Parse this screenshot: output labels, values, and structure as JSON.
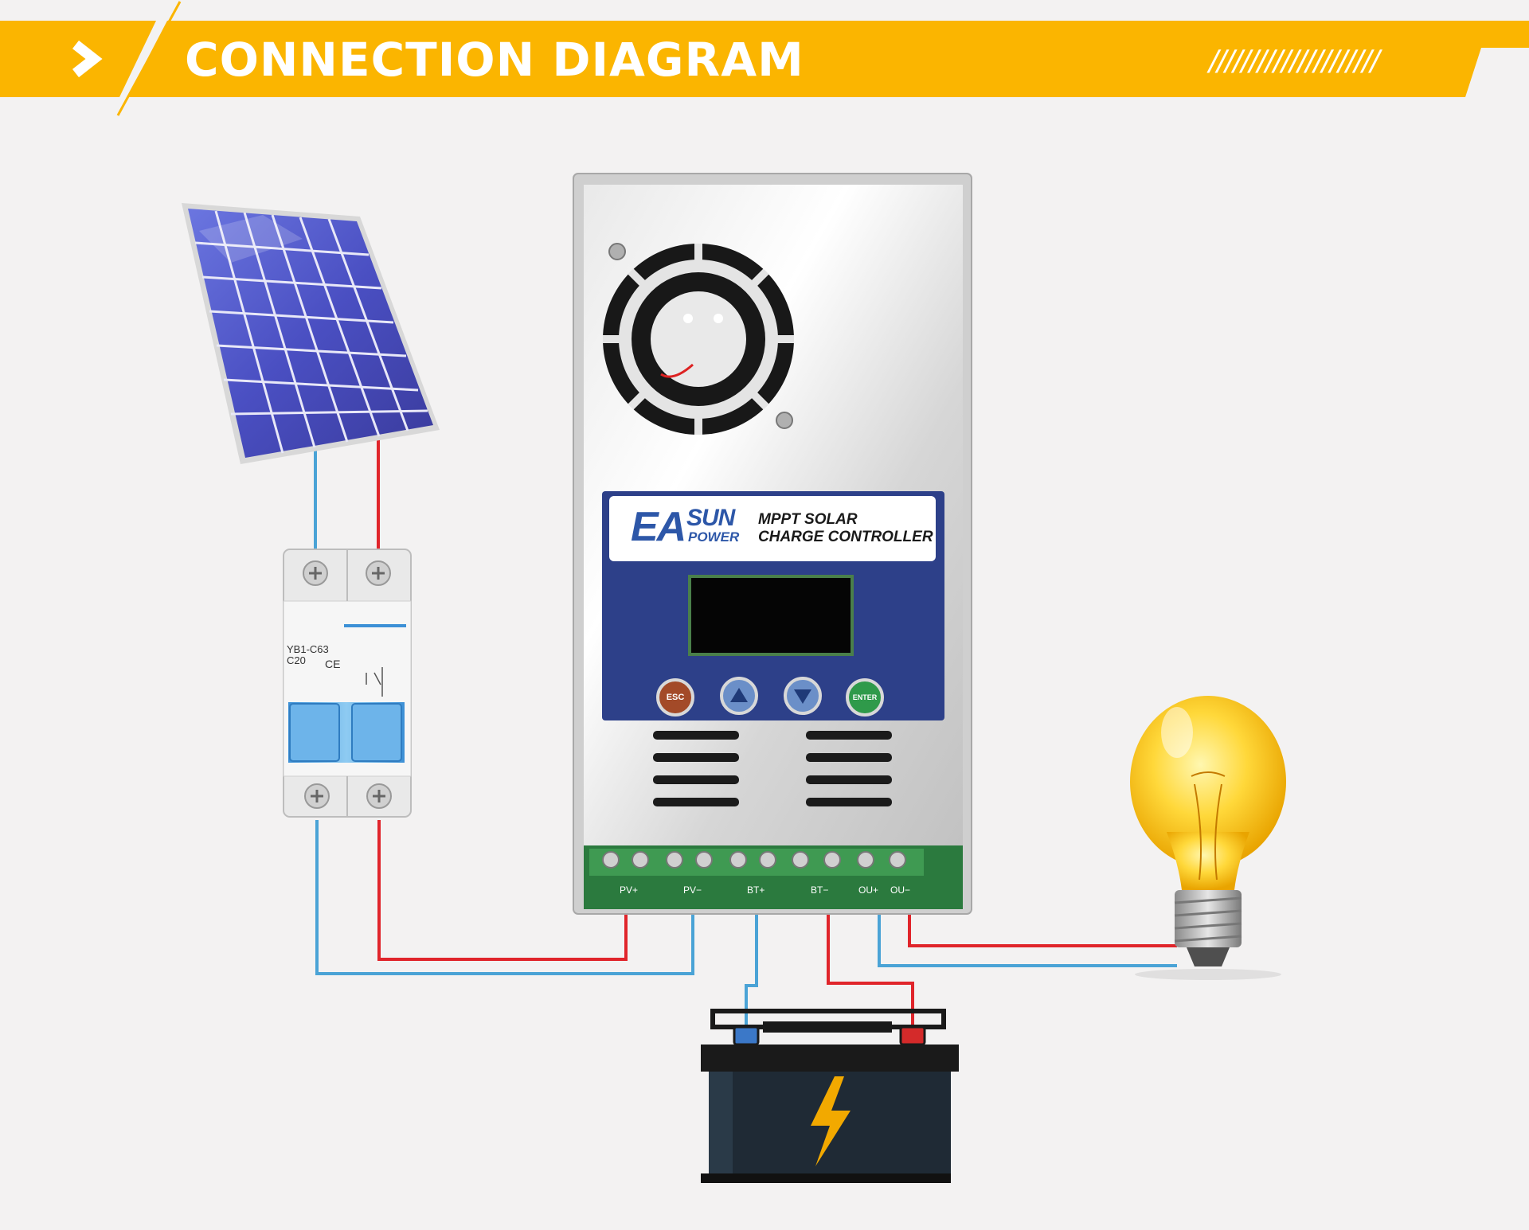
{
  "header": {
    "title": "CONNECTION DIAGRAM",
    "stripes": "/////////////////////",
    "bar_color": "#fbb500"
  },
  "controller": {
    "brand_ea": "EA",
    "brand_sun": "SUN",
    "brand_power": "POWER",
    "product_line1": "MPPT SOLAR",
    "product_line2": "CHARGE CONTROLLER",
    "buttons": {
      "esc": "ESC",
      "enter": "ENTER"
    },
    "terminals": [
      "PV+",
      "PV−",
      "BT+",
      "BT−",
      "OU+",
      "OU−"
    ]
  },
  "breaker": {
    "model": "YB1-C63",
    "rating": "C20",
    "ce_mark": "CE"
  },
  "wire_colors": {
    "positive": "#e0252b",
    "negative": "#4aa3d6"
  }
}
